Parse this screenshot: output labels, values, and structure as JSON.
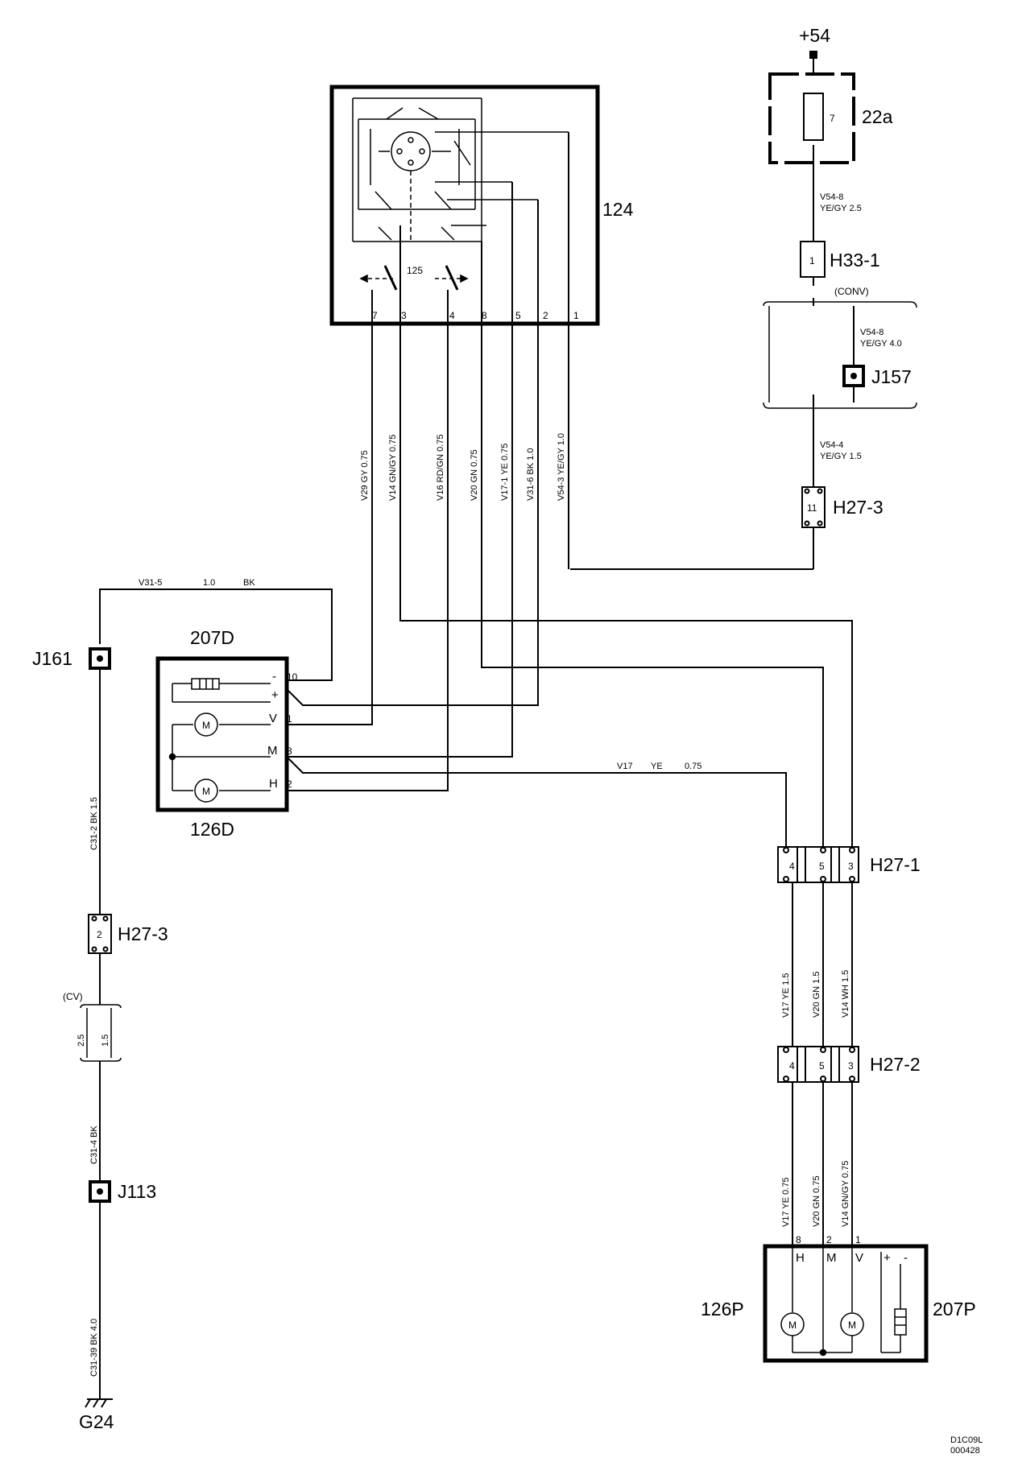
{
  "components": {
    "battery_terminal": "+54",
    "fuse_box": "22a",
    "fuse_number": "7",
    "switch": "124",
    "switch_inner": "125",
    "mirror_driver_heater": "207D",
    "mirror_driver_motor": "126D",
    "mirror_passenger_motor": "126P",
    "mirror_passenger_heater": "207P",
    "ground": "G24",
    "diagram_code_1": "D1C09L",
    "diagram_code_2": "000428"
  },
  "connectors": {
    "h33_1": "H33-1",
    "h33_1_pin": "1",
    "j157": "J157",
    "h27_3_top": "H27-3",
    "h27_3_top_pin": "11",
    "h27_1": "H27-1",
    "h27_2": "H27-2",
    "pin_4": "4",
    "pin_5": "5",
    "pin_3": "3",
    "j161": "J161",
    "h27_3_left": "H27-3",
    "h27_3_left_pin": "2",
    "j113": "J113"
  },
  "notes": {
    "conv": "(CONV)",
    "cv": "(CV)",
    "cv_size_a": "2.5",
    "cv_size_b": "1.5"
  },
  "switch_pins": [
    "7",
    "3",
    "4",
    "8",
    "5",
    "2",
    "1"
  ],
  "driver_mirror_terms": {
    "minus": "-",
    "plus": "+",
    "v": "V",
    "m": "M",
    "h": "H",
    "pin10": "10",
    "pin1": "1",
    "pin8": "8",
    "pin2": "2",
    "motor": "M"
  },
  "passenger_mirror_terms": {
    "pin8": "8",
    "pin2": "2",
    "pin1": "1",
    "h": "H",
    "m": "M",
    "v": "V",
    "plus": "+",
    "minus": "-",
    "motor": "M"
  },
  "wires": {
    "v54_8_a": "V54-8",
    "v54_8_a_spec": "YE/GY    2.5",
    "v54_8_b": "V54-8",
    "v54_8_b_spec": "YE/GY    4.0",
    "v54_4": "V54-4",
    "v54_4_spec": "YE/GY    1.5",
    "v29": "V29    GY    0.75",
    "v14": "V14    GN/GY    0.75",
    "v16": "V16    RD/GN    0.75",
    "v20": "V20    GN    0.75",
    "v17_1": "V17-1    YE    0.75",
    "v31_6": "V31-6    BK    1.0",
    "v54_3": "V54-3    YE/GY    1.0",
    "v31_5": "V31-5",
    "v31_5_size": "1.0",
    "v31_5_color": "BK",
    "v17_h": "V17",
    "v17_h_color": "YE",
    "v17_h_size": "0.75",
    "c31_2": "C31-2    BK    1.5",
    "c31_4": "C31-4    BK",
    "c31_39": "C31-39    BK    4.0",
    "v17_mid": "V17    YE    1.5",
    "v20_mid": "V20    GN    1.5",
    "v14_mid": "V14    WH    1.5",
    "v17_low": "V17    YE    0.75",
    "v20_low": "V20    GN    0.75",
    "v14_low": "V14    GN/GY    0.75"
  }
}
